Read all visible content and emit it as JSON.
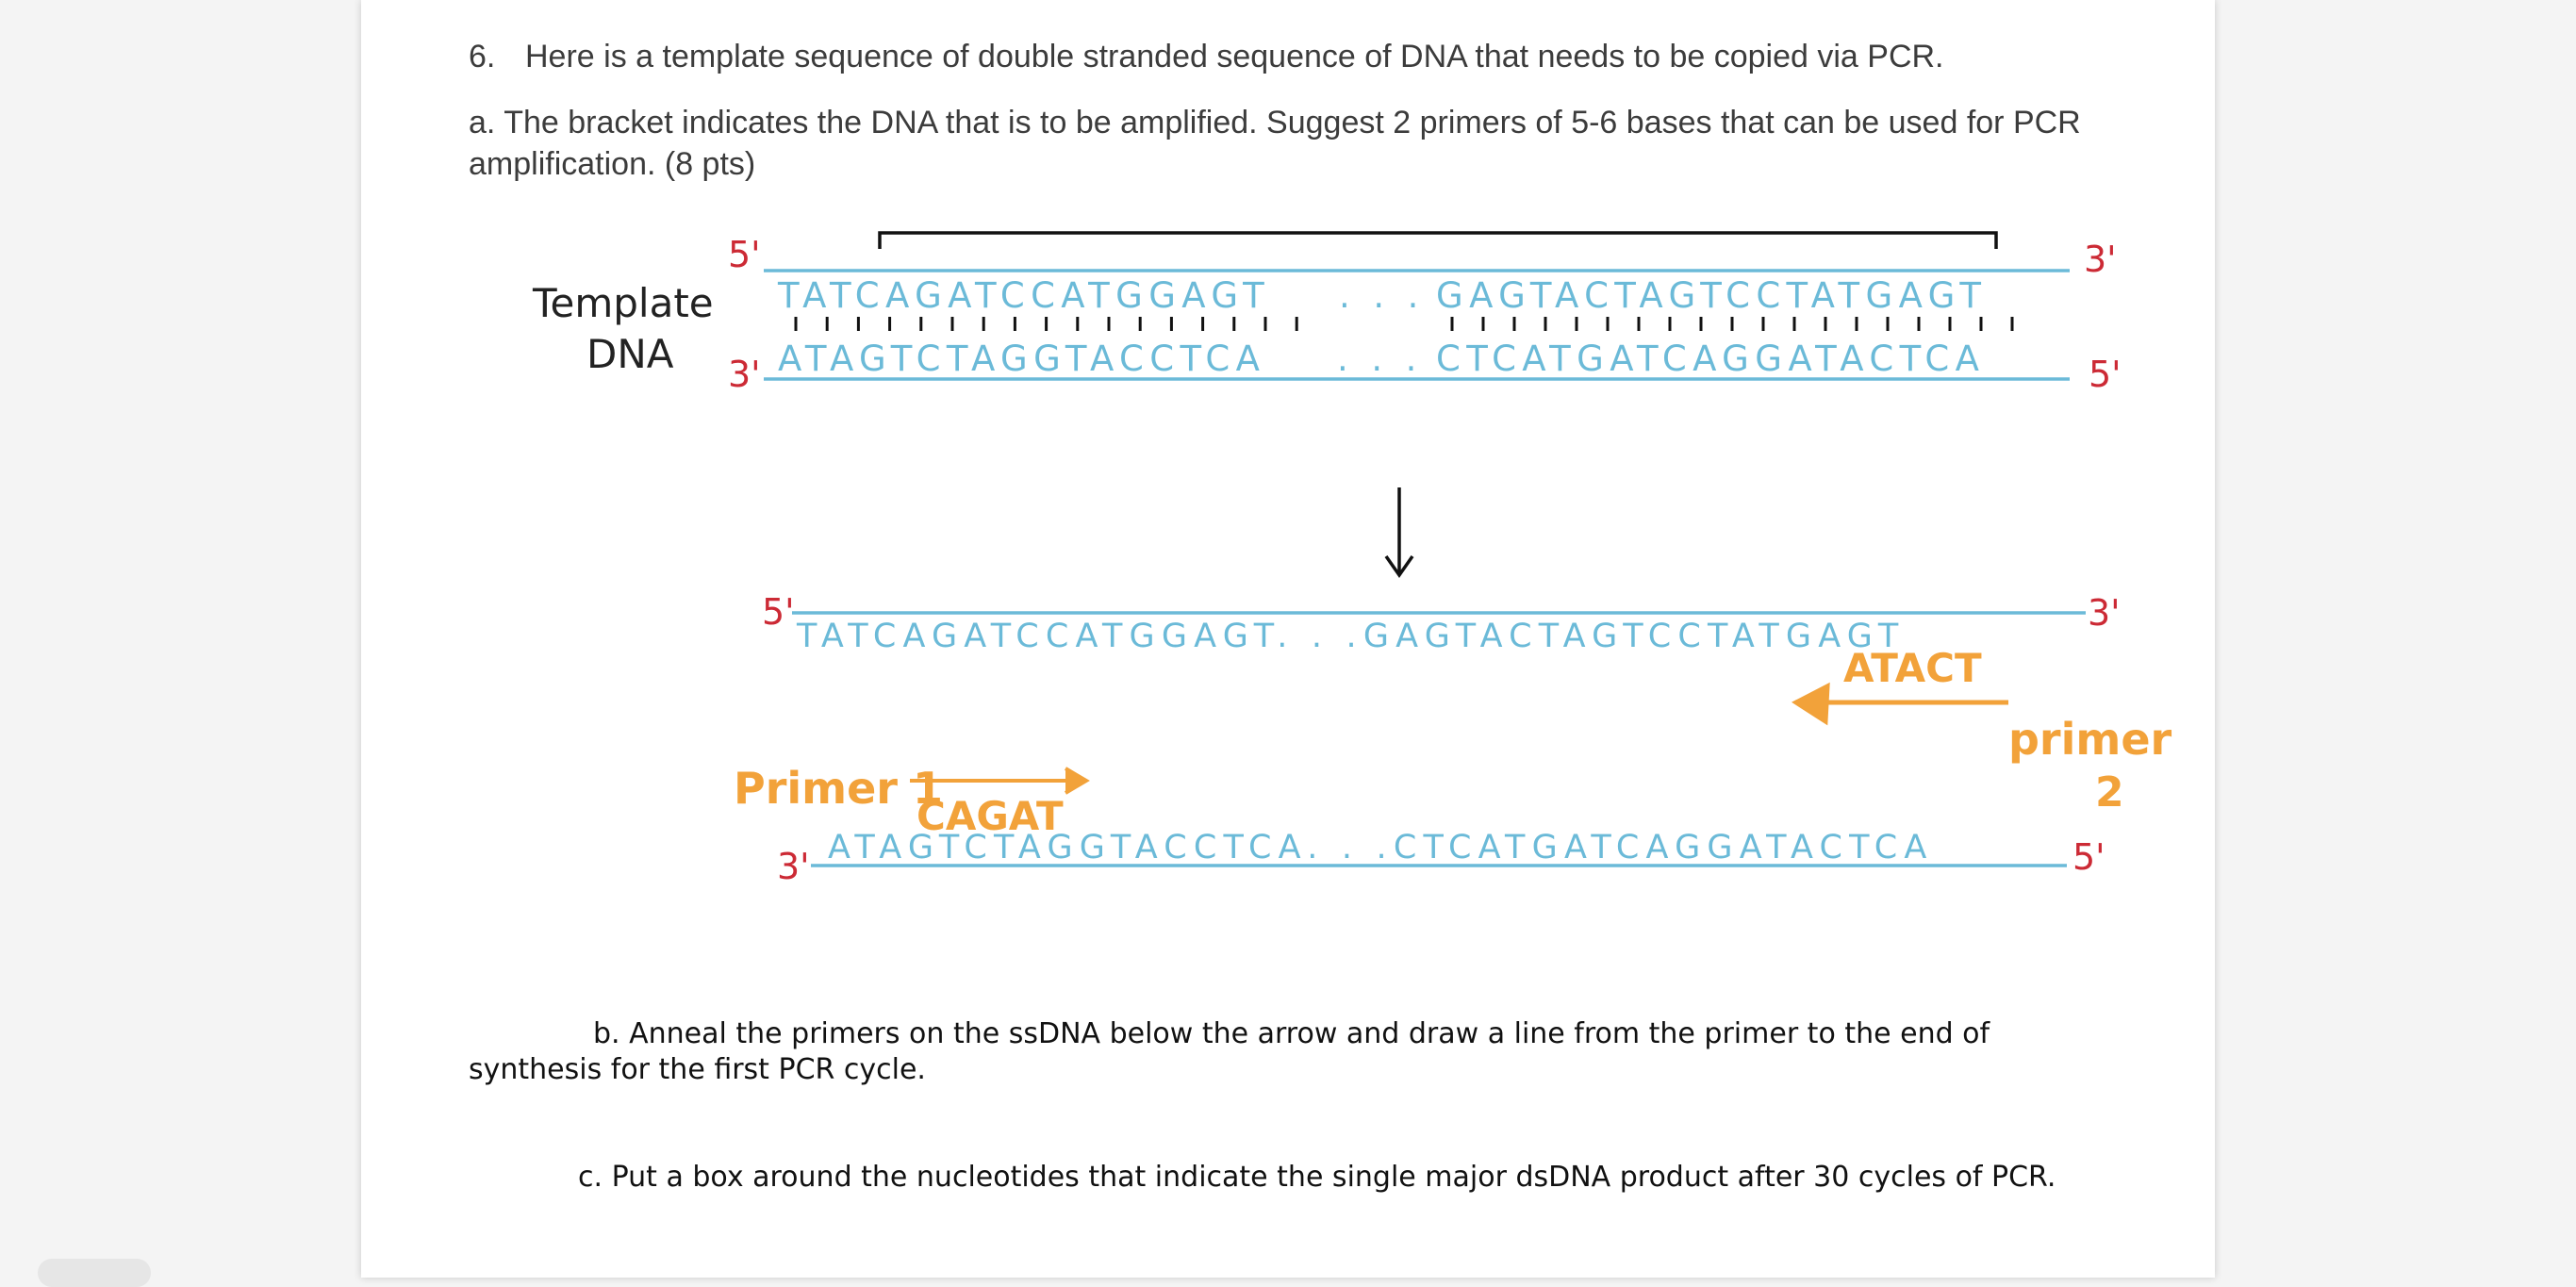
{
  "question": {
    "number": "6.",
    "text": "Here is a template sequence of double stranded sequence of DNA that needs to be copied via PCR.",
    "part_a": "a.  The bracket indicates the DNA that is to be amplified.  Suggest 2 primers of 5-6 bases that can be used for PCR amplification. (8 pts)",
    "part_b": "b.  Anneal the primers on the ssDNA below the arrow and draw a line from the primer to the end of synthesis for the first PCR cycle.",
    "part_c": "c.   Put a box around the nucleotides that indicate the single major dsDNA product after 30 cycles of PCR."
  },
  "template": {
    "label_line1": "Template",
    "label_line2": "DNA",
    "top_5prime": "5'",
    "top_3prime": "3'",
    "bottom_3prime": "3'",
    "bottom_5prime": "5'",
    "top_left_seq": "TATCAGATCCATGGAGT",
    "top_right_seq": "GAGTACTAGTCCTATGAGT",
    "bottom_left_seq": "ATAGTCTAGGTACCTCA",
    "bottom_right_seq": "CTCATGATCAGGATACTCA",
    "ellipsis": ". . ."
  },
  "single_strands": {
    "top_5prime": "5'",
    "top_3prime": "3'",
    "top_seq": "TATCAGATCCATGGAGT. . .GAGTACTAGTCCTATGAGT",
    "bottom_3prime": "3'",
    "bottom_5prime": "5'",
    "bottom_seq": "ATAGTCTAGGTACCTCA. . .CTCATGATCAGGATACTCA"
  },
  "annotations": {
    "primer1_label": "Primer 1",
    "primer1_seq": "CAGAT",
    "primer2_label": "primer",
    "primer2_num": "2",
    "primer2_seq": "ATACT"
  },
  "colors": {
    "sequence": "#6bbad8",
    "prime_marks": "#cc2a35",
    "handwriting_orange": "#f2a23a",
    "text": "#3c3c3c"
  }
}
